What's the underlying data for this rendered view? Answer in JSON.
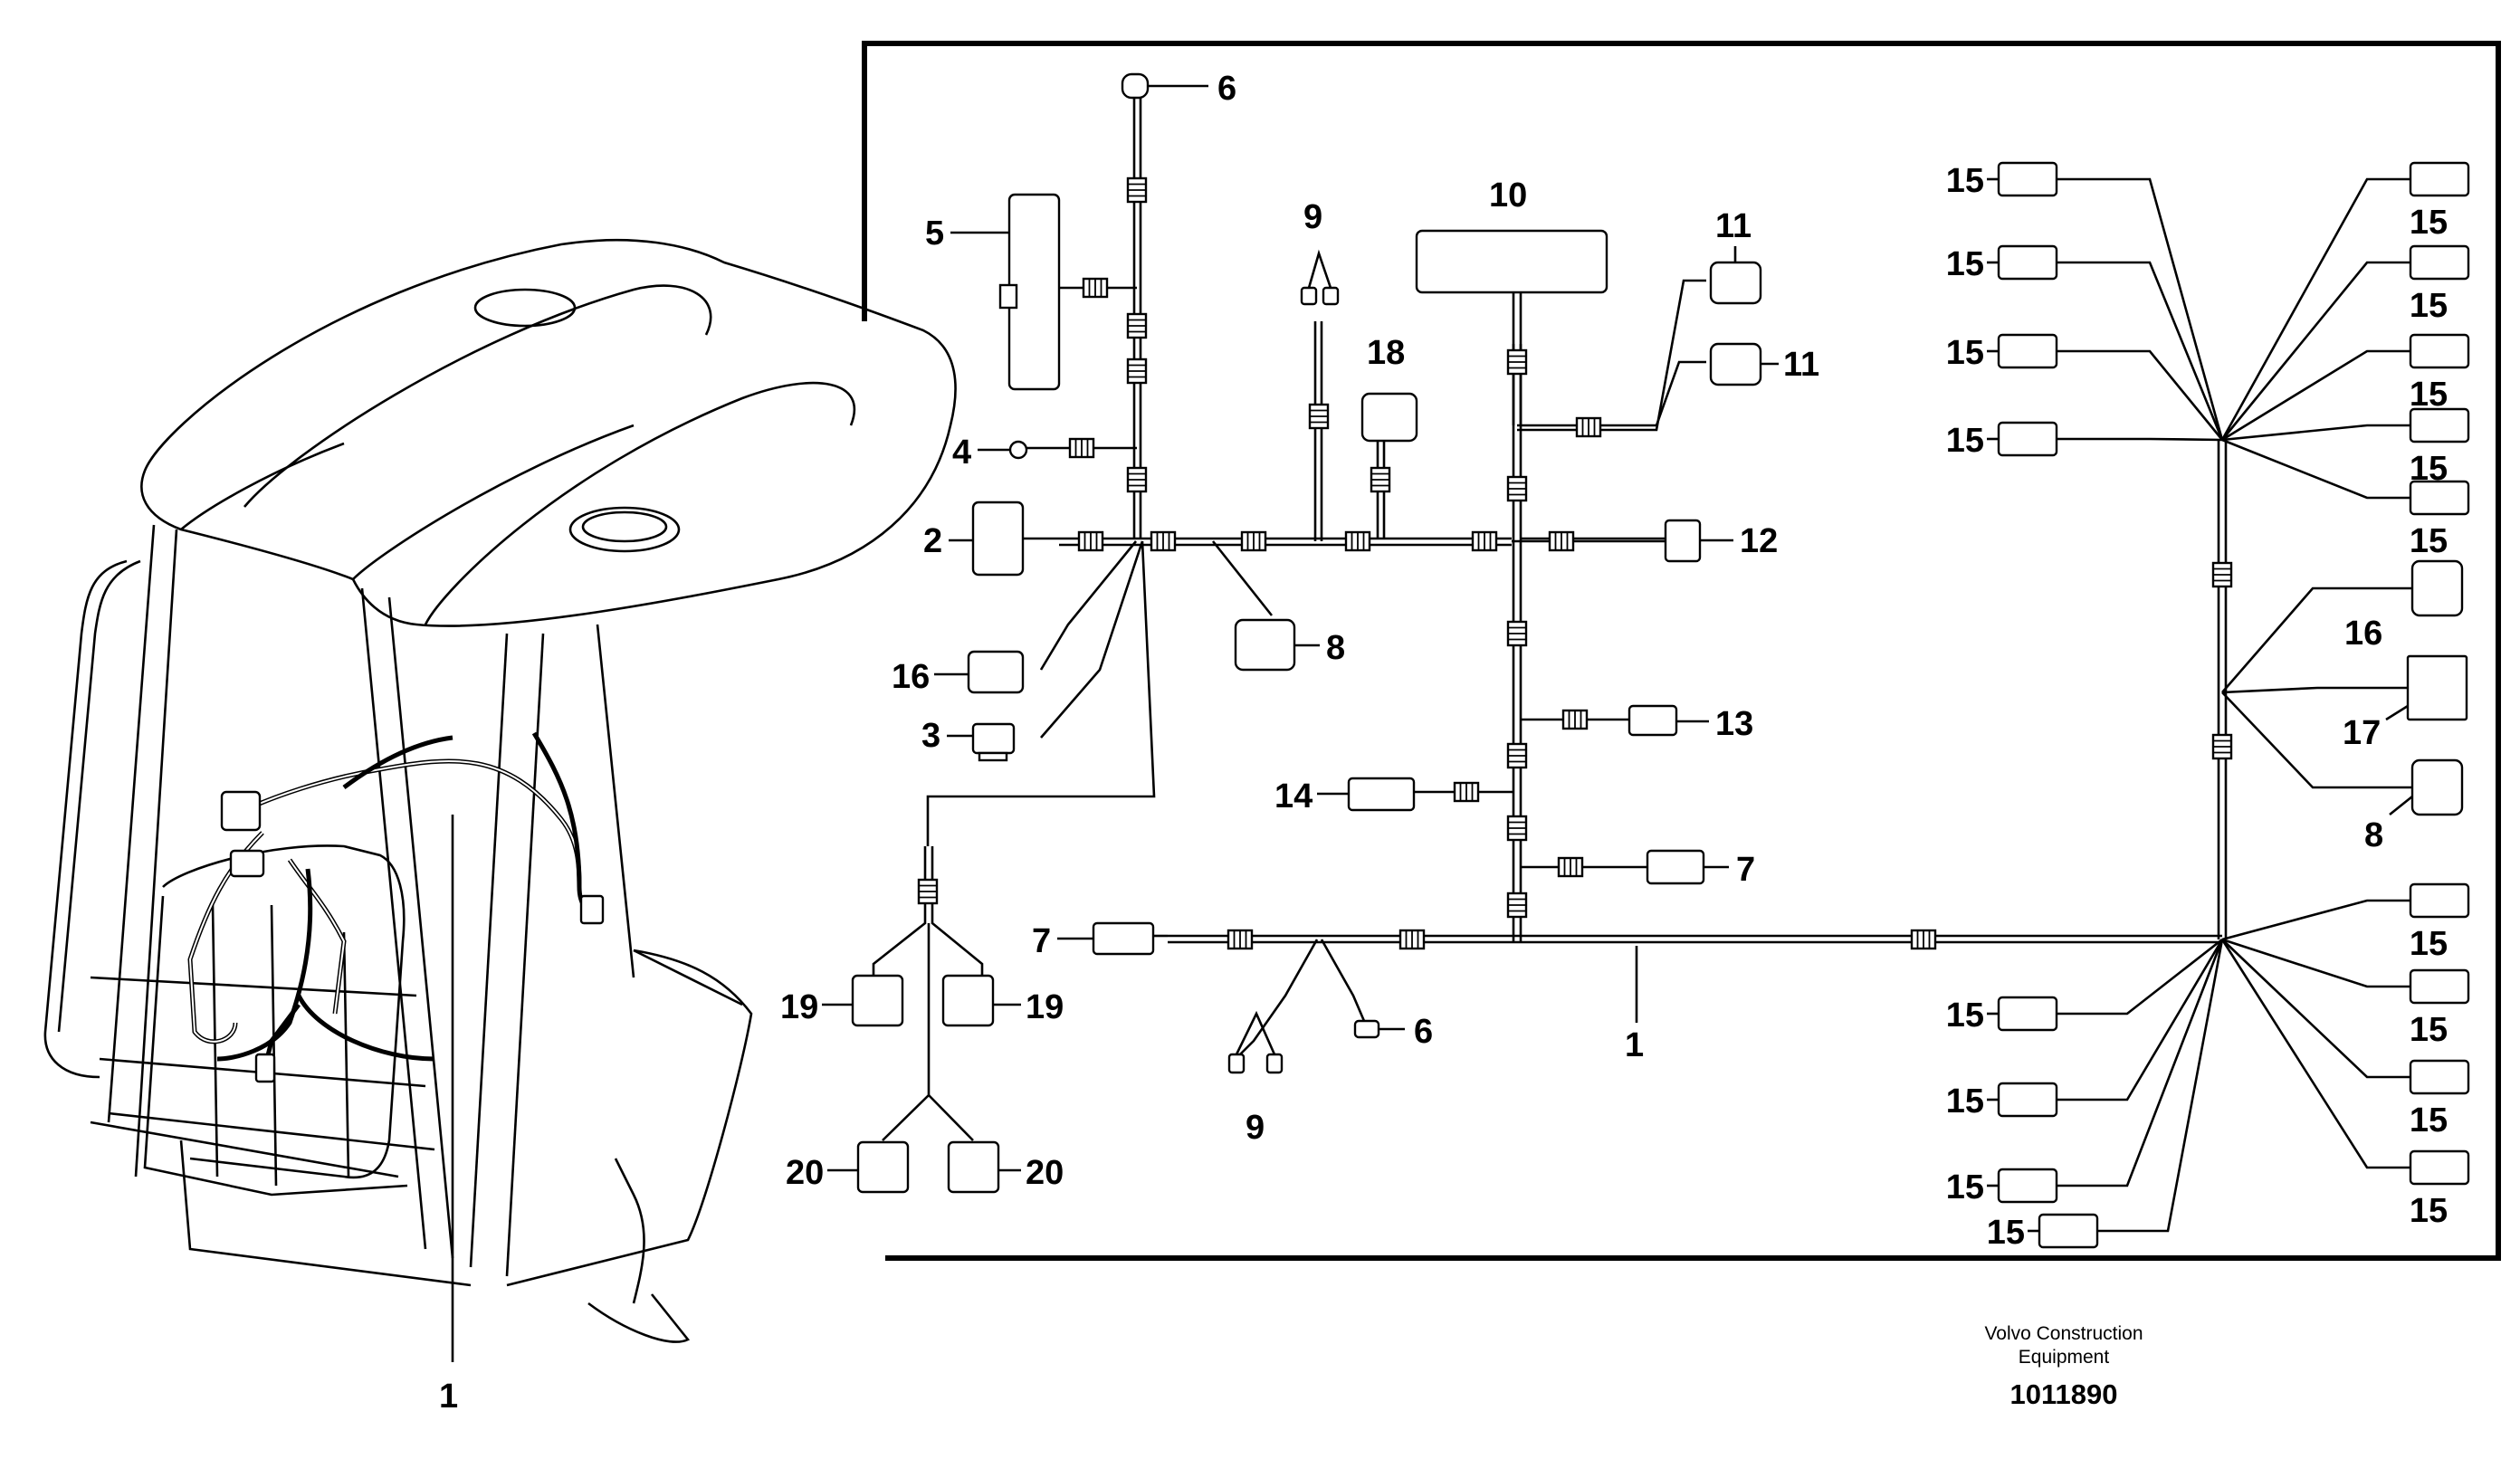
{
  "labels": {
    "main_harness": "1",
    "connector_2": "2",
    "connector_3": "3",
    "ground_4": "4",
    "module_5": "5",
    "connector_6": "6",
    "connector_7": "7",
    "connector_8": "8",
    "connector_9": "9",
    "module_10": "10",
    "connector_11": "11",
    "connector_12": "12",
    "connector_13": "13",
    "connector_14": "14",
    "connector_15": "15",
    "connector_16": "16",
    "connector_17": "17",
    "relay_18": "18",
    "connector_19": "19",
    "connector_20": "20"
  },
  "footer": {
    "company_line1": "Volvo Construction",
    "company_line2": "Equipment",
    "part_number": "1011890"
  }
}
